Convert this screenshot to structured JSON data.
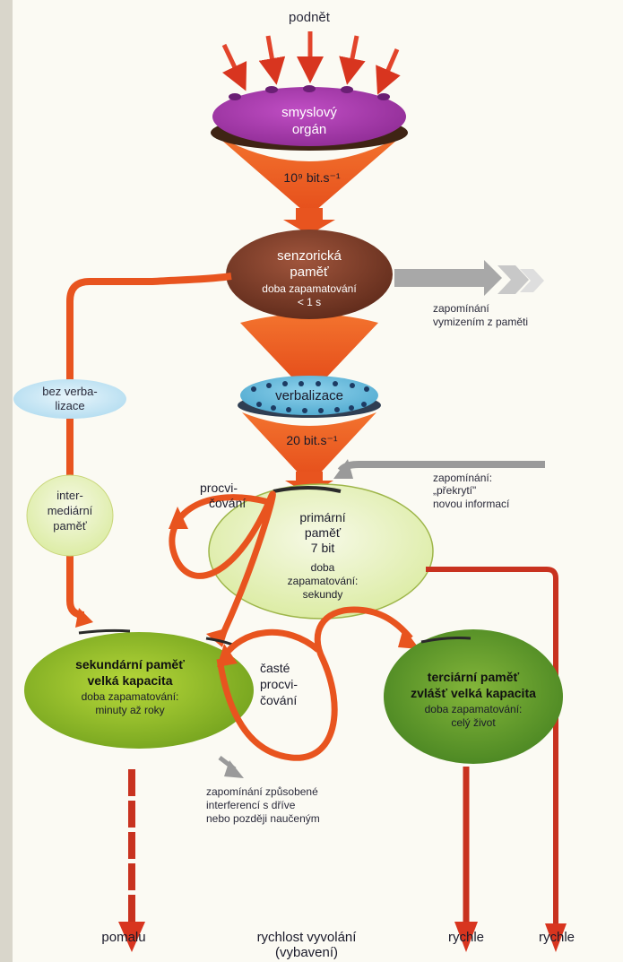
{
  "stimulus": "podnět",
  "sense_organ": [
    "smyslový",
    "orgán"
  ],
  "rate_sense": "10⁹ bit.s⁻¹",
  "sensory_memory": [
    "senzorická",
    "paměť",
    "doba zapamatování",
    "< 1 s"
  ],
  "forget_fade": [
    "zapomínání",
    "vymizením z paměti"
  ],
  "no_verbal": [
    "bez verba-",
    "lizace"
  ],
  "verbalization": "verbalizace",
  "rate_verbal": "20 bit.s⁻¹",
  "rehearsal": [
    "procvi-",
    "čování"
  ],
  "forget_overlay": [
    "zapomínání:",
    "„překrytí\"",
    "novou informací"
  ],
  "intermediate": [
    "inter-",
    "mediární",
    "paměť"
  ],
  "primary": [
    "primární",
    "paměť",
    "7 bit",
    "doba",
    "zapamatování:",
    "sekundy"
  ],
  "secondary": [
    "sekundární paměť",
    "velká kapacita",
    "doba zapamatování:",
    "minuty až roky"
  ],
  "frequent": [
    "časté",
    "procvi-",
    "čování"
  ],
  "tertiary": [
    "terciární paměť",
    "zvlášť velká kapacita",
    "doba zapamatování:",
    "celý život"
  ],
  "forget_interference": [
    "zapomínání způsobené",
    "interferencí s dříve",
    "nebo později naučeným"
  ],
  "slow": "pomalu",
  "speed": [
    "rychlost vyvolání",
    "(vybavení)"
  ],
  "fast1": "rychle",
  "fast2": "rychle"
}
